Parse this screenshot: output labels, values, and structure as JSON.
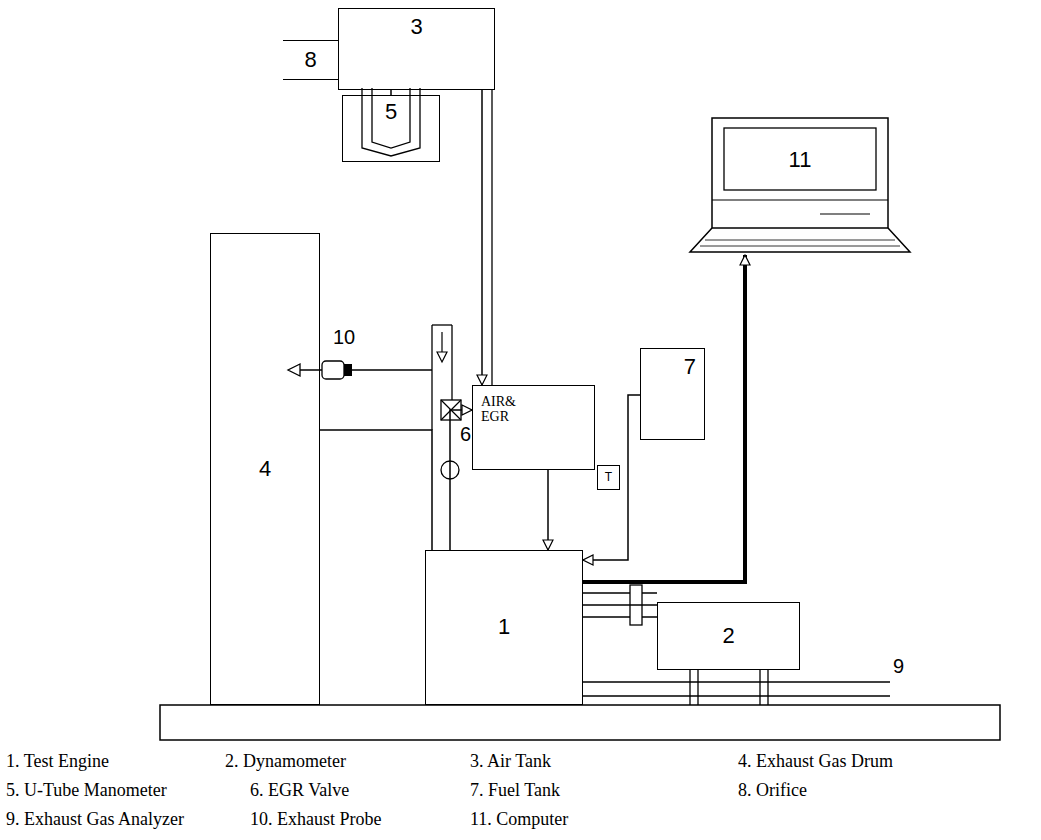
{
  "diagram": {
    "nodes": [
      {
        "text": [
          "3"
        ]
      },
      {
        "text": [
          "8"
        ]
      },
      {
        "text": [
          "5"
        ]
      },
      {
        "text": [
          "11"
        ]
      },
      {
        "text": [
          "4"
        ]
      },
      {
        "text": [
          "AIR& EGR"
        ]
      },
      {
        "text": [
          "7"
        ]
      },
      {
        "text": [
          "T"
        ]
      },
      {
        "text": [
          "1"
        ]
      },
      {
        "text": [
          "2"
        ]
      }
    ],
    "edges": [
      {
        "from": 0,
        "to": 5,
        "arrow": "to"
      },
      {
        "from": 8,
        "to": 5,
        "arrow": "to"
      },
      {
        "from": 5,
        "to": 8,
        "arrow": "to"
      },
      {
        "from": 6,
        "to": 8,
        "arrow": "to"
      },
      {
        "from": 8,
        "to": 3,
        "arrow": "to"
      },
      {
        "from": 8,
        "to": 9,
        "arrow": "none"
      },
      {
        "from": 0,
        "to": 2,
        "arrow": "none"
      },
      {
        "from": 8,
        "to": 4,
        "arrow": "none"
      }
    ],
    "labels": [
      "6",
      "9",
      "10",
      "1. Test Engine",
      "2. Dynamometer",
      "3. Air Tank",
      "4. Exhaust Gas Drum",
      "5. U-Tube Manometer",
      "6. EGR Valve",
      "7. Fuel Tank",
      "8. Orifice",
      "9. Exhaust Gas Analyzer",
      "10. Exhaust Probe",
      "11. Computer"
    ]
  }
}
